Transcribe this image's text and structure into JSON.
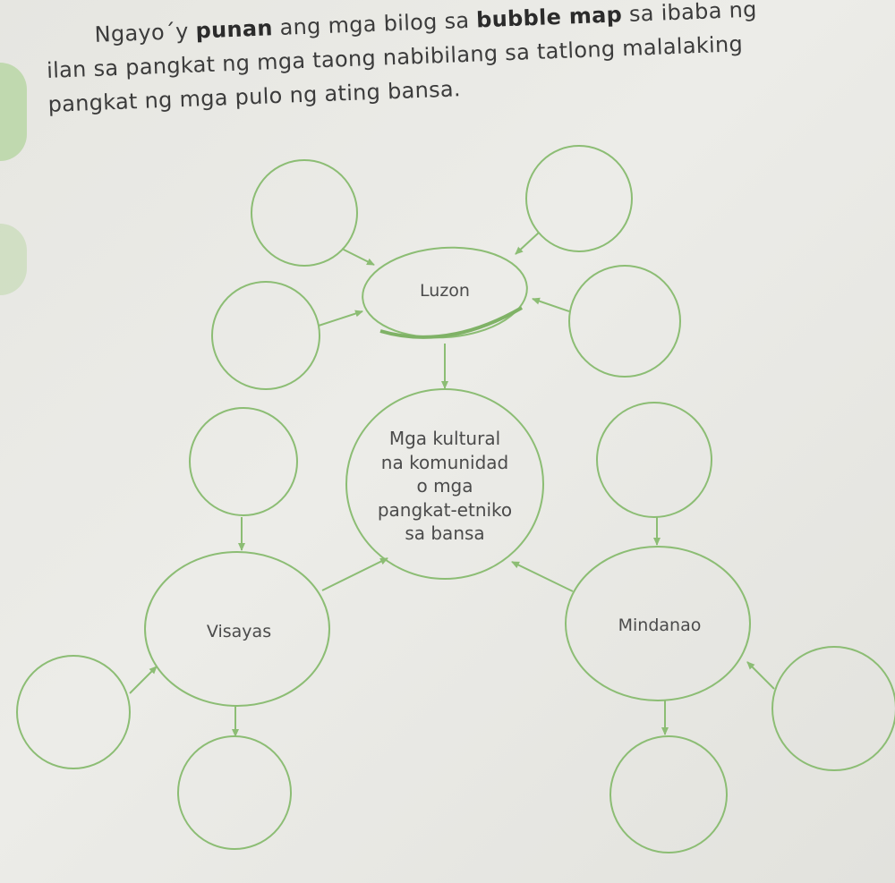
{
  "instructions": {
    "line1_pre": "Ngayo´y ",
    "line1_bold1": "punan",
    "line1_mid": " ang mga bilog sa ",
    "line1_bold2": "bubble map",
    "line1_post": " sa ibaba ng",
    "line2": "ilan sa pangkat ng mga taong nabibilang sa tatlong malalaking",
    "line3": "pangkat ng mga pulo ng ating bansa."
  },
  "bubble_map": {
    "center": {
      "lines": [
        "Mga kultural",
        "na komunidad",
        "o mga",
        "pangkat-etniko",
        "sa bansa"
      ]
    },
    "groups": [
      {
        "id": "luzon",
        "label": "Luzon",
        "empty_bubbles": 4
      },
      {
        "id": "visayas",
        "label": "Visayas",
        "empty_bubbles": 3
      },
      {
        "id": "mindanao",
        "label": "Mindanao",
        "empty_bubbles": 3
      }
    ]
  },
  "colors": {
    "line_green": "#8cbd74",
    "text": "#3b3b3b",
    "tab_green": "#b9d6a6"
  }
}
